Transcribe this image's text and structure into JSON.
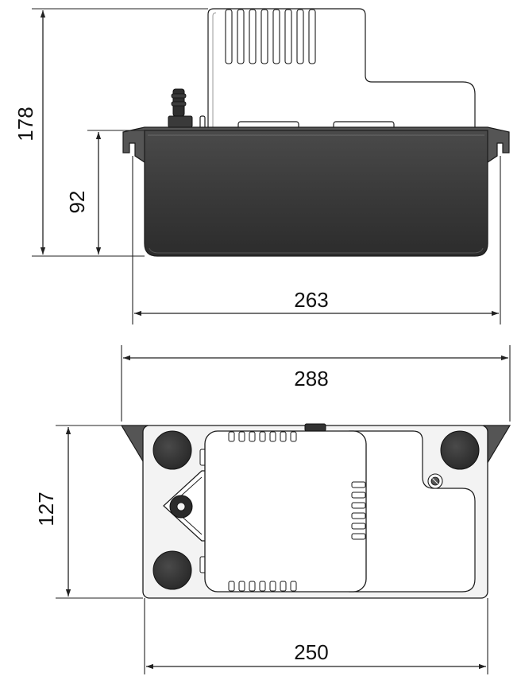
{
  "dimensions": {
    "overall_height": "178",
    "tank_height": "92",
    "tank_width_side": "263",
    "overall_width": "288",
    "depth": "127",
    "base_width": "250"
  },
  "colors": {
    "tank_fill": "#3b3b3b",
    "tank_edge": "#1e1e1e",
    "cover_fill": "#ffffff",
    "flange_fill": "#5a5a5a",
    "plate_fill": "#f2f2f2",
    "foot_fill": "#333333",
    "line": "#222222"
  },
  "icons": {
    "outlet": "hose-barb-outlet-icon",
    "arrow": "dimension-arrow-icon"
  }
}
